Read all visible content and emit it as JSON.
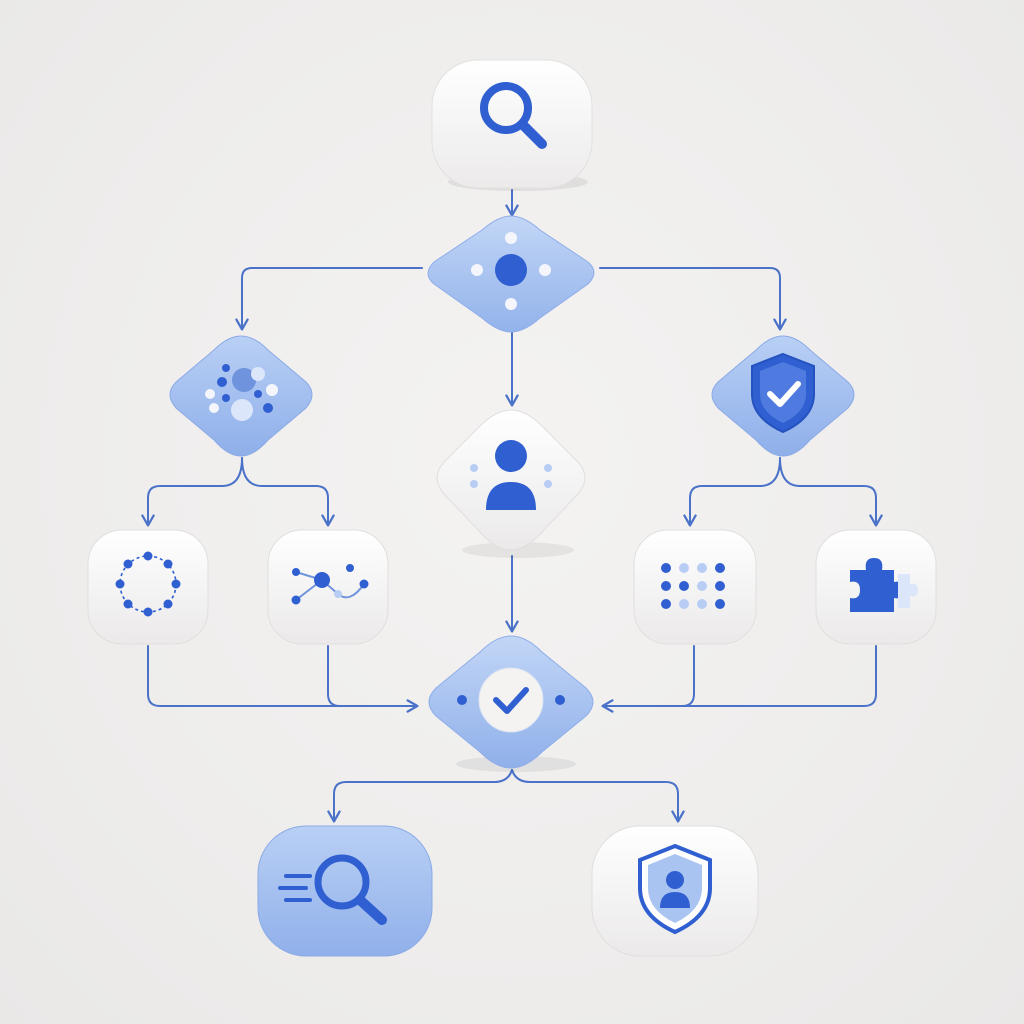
{
  "colors": {
    "background": "#efeeed",
    "connector": "#4a72c8",
    "accent": "#2f5fd0",
    "node_blue": "#a9c4f0",
    "node_white": "#fbfbfb",
    "node_blue_shade": "#8eadea"
  },
  "nodes": [
    {
      "id": "search-start",
      "shape": "rounded-square",
      "fill": "white",
      "icon": "search-icon"
    },
    {
      "id": "hub-decision",
      "shape": "diamond",
      "fill": "blue",
      "icon": "hub-network-icon"
    },
    {
      "id": "cluster-branch",
      "shape": "diamond",
      "fill": "blue",
      "icon": "molecule-cluster-icon"
    },
    {
      "id": "user-center",
      "shape": "diamond",
      "fill": "white",
      "icon": "user-icon"
    },
    {
      "id": "security-branch",
      "shape": "diamond",
      "fill": "blue",
      "icon": "shield-check-icon"
    },
    {
      "id": "ring-node",
      "shape": "rounded-square",
      "fill": "white",
      "icon": "ring-network-icon"
    },
    {
      "id": "graph-node",
      "shape": "rounded-square",
      "fill": "white",
      "icon": "line-graph-icon"
    },
    {
      "id": "grid-node",
      "shape": "rounded-square",
      "fill": "white",
      "icon": "dot-grid-icon"
    },
    {
      "id": "puzzle-node",
      "shape": "rounded-square",
      "fill": "white",
      "icon": "puzzle-icon"
    },
    {
      "id": "verify-merge",
      "shape": "diamond",
      "fill": "blue",
      "icon": "check-circle-icon"
    },
    {
      "id": "fast-search-output",
      "shape": "rounded-square",
      "fill": "blue",
      "icon": "fast-search-icon"
    },
    {
      "id": "protected-user-output",
      "shape": "rounded-square",
      "fill": "white",
      "icon": "shield-user-icon"
    }
  ],
  "edges": [
    {
      "from": "search-start",
      "to": "hub-decision"
    },
    {
      "from": "hub-decision",
      "to": "cluster-branch"
    },
    {
      "from": "hub-decision",
      "to": "user-center"
    },
    {
      "from": "hub-decision",
      "to": "security-branch"
    },
    {
      "from": "cluster-branch",
      "to": "ring-node"
    },
    {
      "from": "cluster-branch",
      "to": "graph-node"
    },
    {
      "from": "security-branch",
      "to": "grid-node"
    },
    {
      "from": "security-branch",
      "to": "puzzle-node"
    },
    {
      "from": "user-center",
      "to": "verify-merge"
    },
    {
      "from": "ring-node",
      "to": "verify-merge"
    },
    {
      "from": "graph-node",
      "to": "verify-merge"
    },
    {
      "from": "grid-node",
      "to": "verify-merge"
    },
    {
      "from": "puzzle-node",
      "to": "verify-merge"
    },
    {
      "from": "verify-merge",
      "to": "fast-search-output"
    },
    {
      "from": "verify-merge",
      "to": "protected-user-output"
    }
  ]
}
